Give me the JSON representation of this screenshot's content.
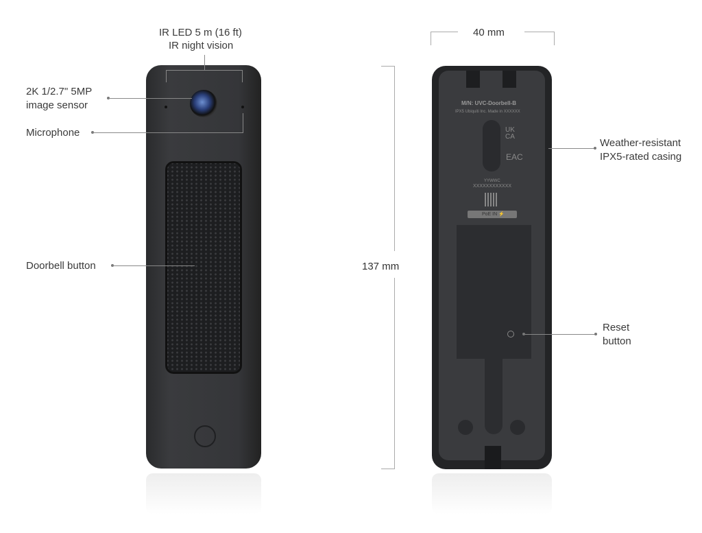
{
  "front_labels": {
    "ir_led": "IR LED 5 m (16 ft)",
    "ir_night": "IR night vision",
    "sensor_1": "2K 1/2.7\" 5MP",
    "sensor_2": "image sensor",
    "microphone": "Microphone",
    "doorbell": "Doorbell button"
  },
  "dimensions": {
    "width": "40 mm",
    "height": "137 mm"
  },
  "back_labels": {
    "casing_1": "Weather-resistant",
    "casing_2": "IPX5-rated casing",
    "reset_1": "Reset",
    "reset_2": "button"
  },
  "device_text": {
    "model": "M/N: UVC-Doorbell-B",
    "info": "IPX5   Ubiquiti Inc.   Made in XXXXXX",
    "date_code": "YYWWC",
    "serial": "XXXXXXXXXXXX",
    "poe": "PoE IN ⚡",
    "certs": [
      "UK CA",
      "EAC"
    ]
  }
}
